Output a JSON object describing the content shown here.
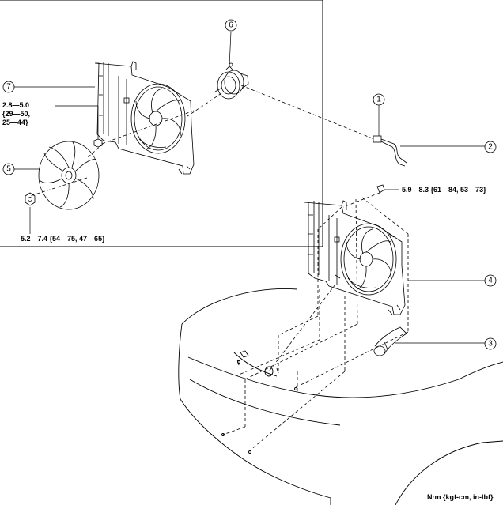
{
  "callouts": {
    "c1": "1",
    "c2": "2",
    "c3": "3",
    "c4": "4",
    "c5": "5",
    "c6": "6",
    "c7": "7"
  },
  "torque": {
    "bolt_shroud_1": "2.8—5.0",
    "bolt_shroud_2": "{29—50,",
    "bolt_shroud_3": "25—44}",
    "nut_fan": "5.2—7.4 {54—75, 47—65}",
    "bolt_assembly": "5.9—8.3 {61—84, 53—73}"
  },
  "units_note": "N·m {kgf-cm, in-lbf}"
}
